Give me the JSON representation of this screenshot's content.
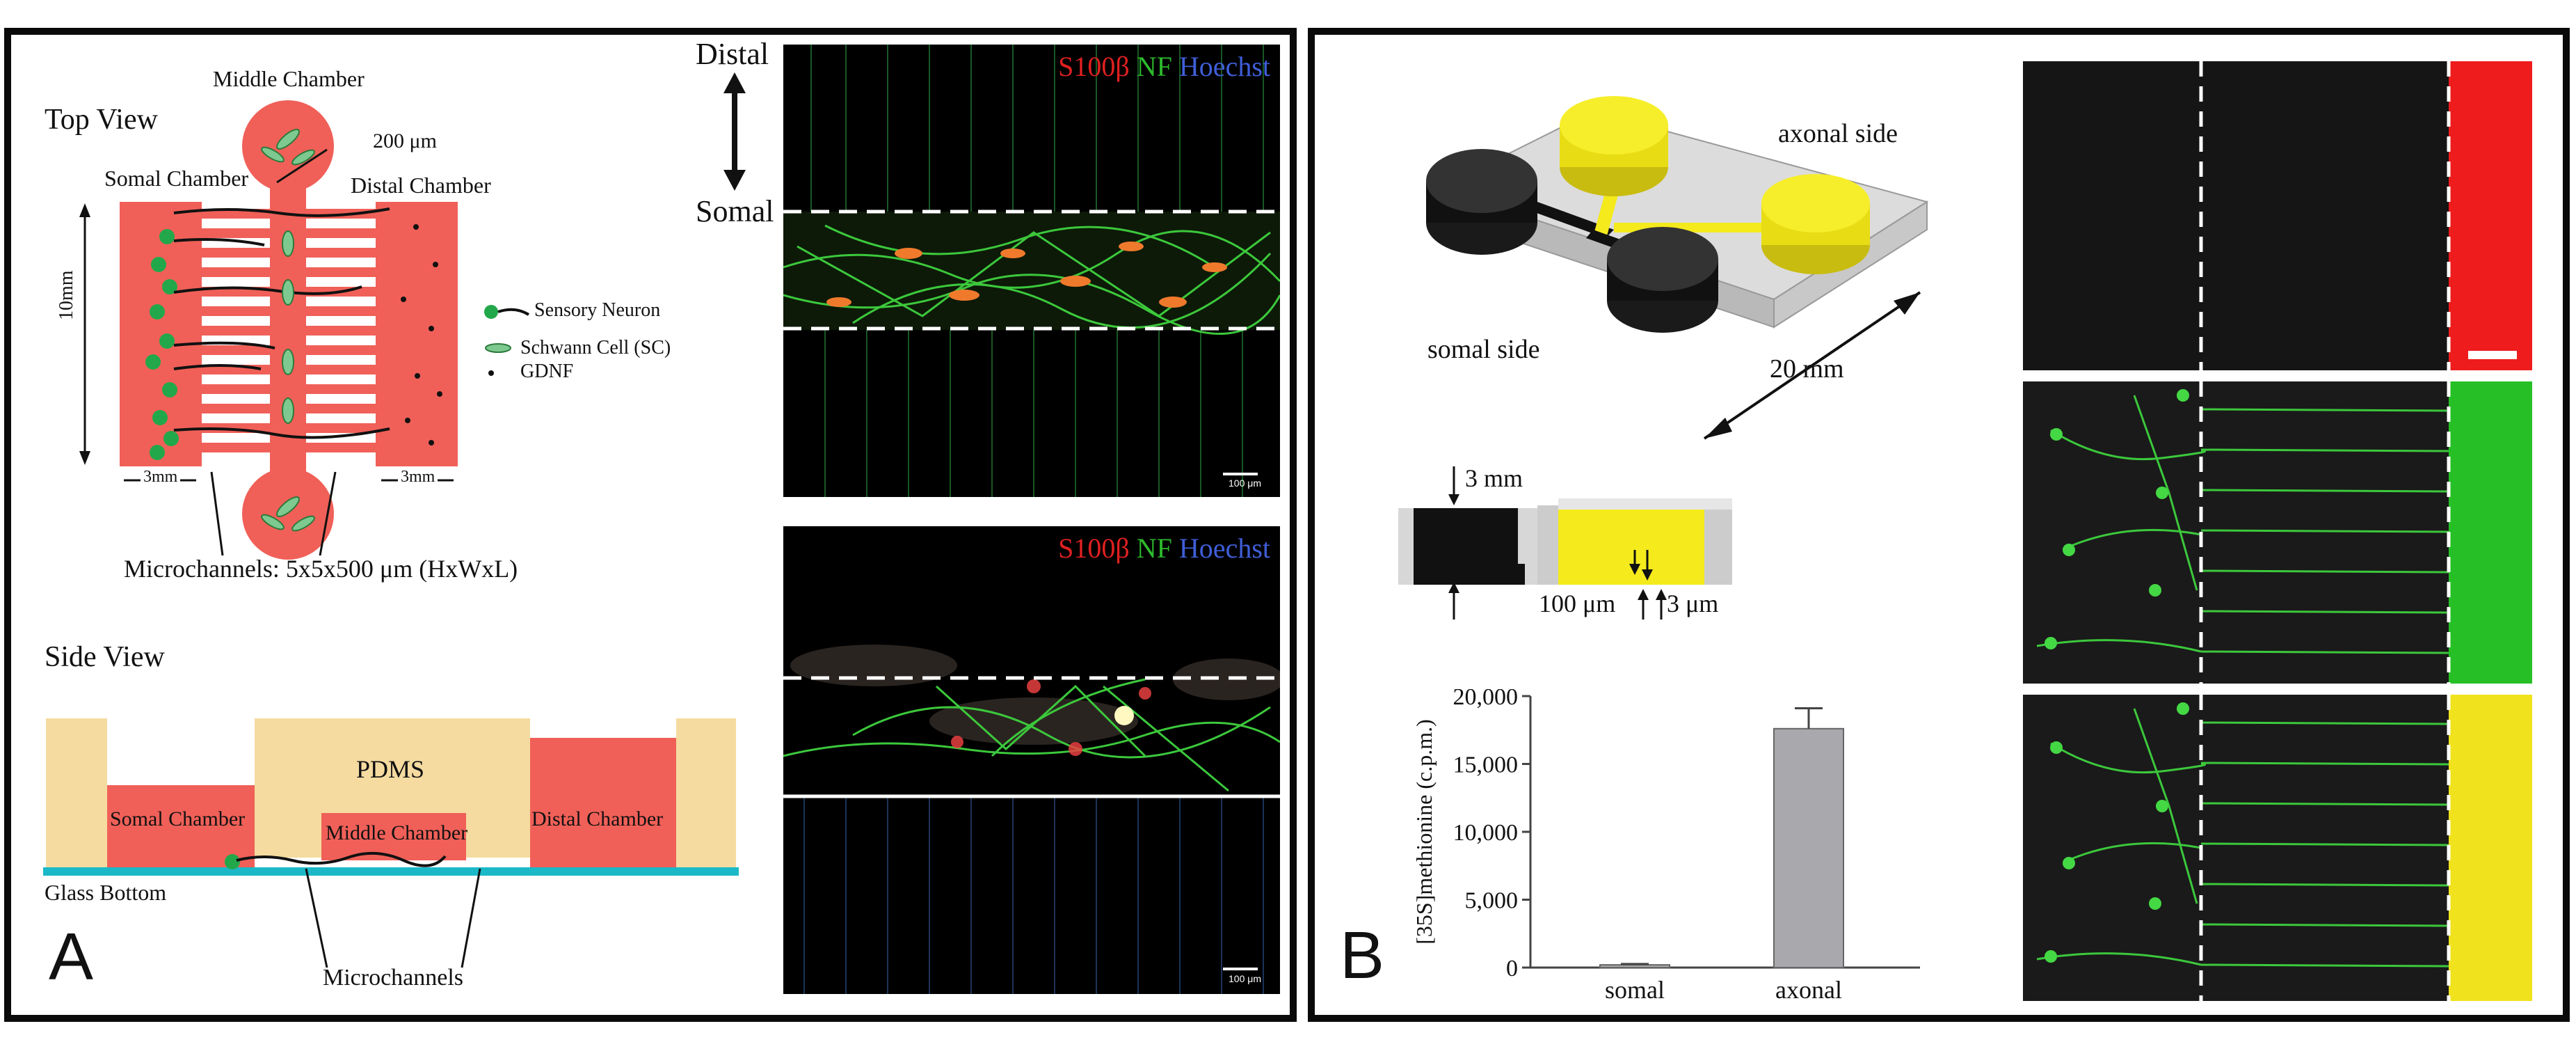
{
  "panel_a": {
    "letter": "A",
    "top_view": {
      "title": "Top View",
      "middle_chamber": "Middle Chamber",
      "somal_chamber": "Somal Chamber",
      "distal_chamber": "Distal Chamber",
      "channel_width": "200 μm",
      "height_dim": "10mm",
      "left_dim": "3mm",
      "right_dim": "3mm",
      "microchannels": "Microchannels: 5x5x500 μm (HxWxL)"
    },
    "legend": {
      "sensory_neuron": "Sensory Neuron",
      "schwann_cell": "Schwann Cell (SC)",
      "gdnf": "GDNF"
    },
    "side_view": {
      "title": "Side View",
      "pdms": "PDMS",
      "somal_chamber": "Somal Chamber",
      "middle_chamber": "Middle Chamber",
      "distal_chamber": "Distal Chamber",
      "glass_bottom": "Glass Bottom",
      "microchannels": "Microchannels"
    },
    "orientation": {
      "distal": "Distal",
      "somal": "Somal"
    },
    "micrograph_top": {
      "label_s100": "S100β",
      "label_nf": "NF",
      "label_hoechst": "Hoechst",
      "scale": "100 μm"
    },
    "micrograph_bottom": {
      "label_s100": "S100β",
      "label_nf": "NF",
      "label_hoechst": "Hoechst",
      "scale": "100 μm"
    }
  },
  "panel_b": {
    "letter": "B",
    "device": {
      "axonal_side": "axonal side",
      "somal_side": "somal side",
      "dimension": "20 mm"
    },
    "cross_section": {
      "height": "3 mm",
      "barrier": "100 μm",
      "channel": "3 μm"
    }
  },
  "chart_data": {
    "type": "bar",
    "categories": [
      "somal",
      "axonal"
    ],
    "values": [
      200,
      17600
    ],
    "errors": [
      60,
      1500
    ],
    "ylabel": "[35S]methionine (c.p.m.)",
    "yticks": [
      "0",
      "5,000",
      "10,000",
      "15,000",
      "20,000"
    ],
    "ylim": [
      0,
      20000
    ],
    "bar_color": "#a9a9ad"
  },
  "colors": {
    "chamber_red": "#f06058",
    "pdms_tan": "#f5dba0",
    "glass_cyan": "#1bb8c8",
    "cell_green": "#22a84a",
    "yellow": "#f4ea1c",
    "red_fluor": "#ee1c1c",
    "green_fluor": "#3cc83c"
  }
}
